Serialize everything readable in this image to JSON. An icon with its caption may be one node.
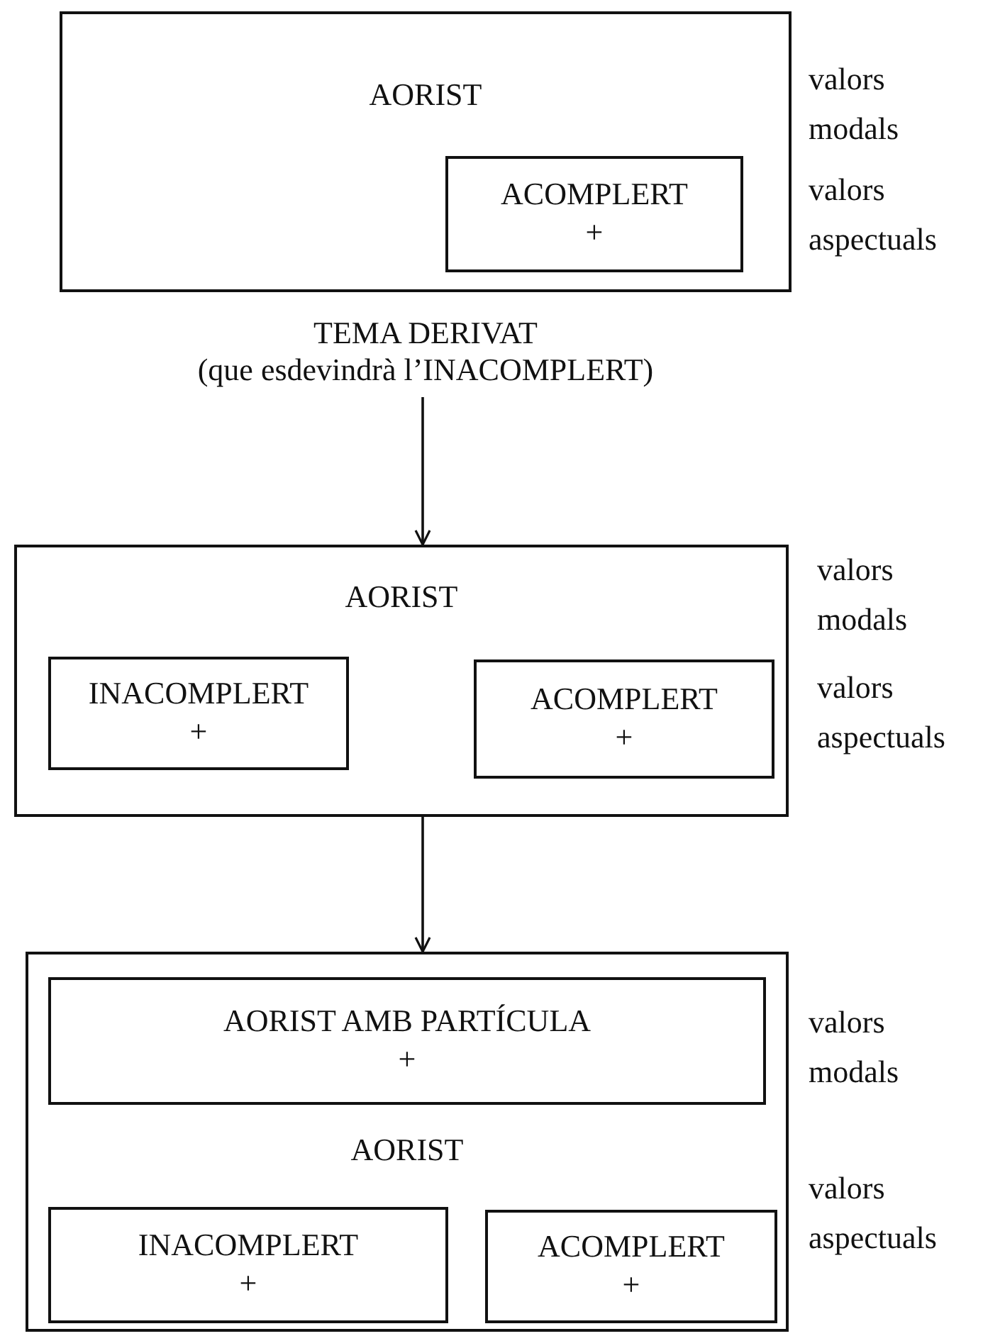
{
  "diagram": {
    "nodes": [
      {
        "text": [
          "AORIST"
        ]
      },
      {
        "text": [
          "ACOMPLERT",
          "+"
        ],
        "in": 0
      },
      {
        "text": [
          "TEMA DERIVAT",
          "(que esdevindrà l’INACOMPLERT)"
        ]
      },
      {
        "text": [
          "AORIST"
        ]
      },
      {
        "text": [
          "INACOMPLERT",
          "+"
        ],
        "in": 3
      },
      {
        "text": [
          "ACOMPLERT",
          "+"
        ],
        "in": 3
      },
      {
        "text": [
          "AORIST"
        ]
      },
      {
        "text": [
          "AORIST AMB PARTÍCULA",
          "+"
        ],
        "in": 6
      },
      {
        "text": [
          "INACOMPLERT",
          "+"
        ],
        "in": 6
      },
      {
        "text": [
          "ACOMPLERT",
          "+"
        ],
        "in": 6
      }
    ],
    "edges": [
      {
        "from": 2,
        "to": 3,
        "arrow": "to"
      },
      {
        "from": 3,
        "to": 6,
        "arrow": "to"
      }
    ],
    "labels": [
      "valors modals",
      "valors aspectuals",
      "valors modals",
      "valors aspectuals",
      "valors modals",
      "valors aspectuals"
    ]
  }
}
